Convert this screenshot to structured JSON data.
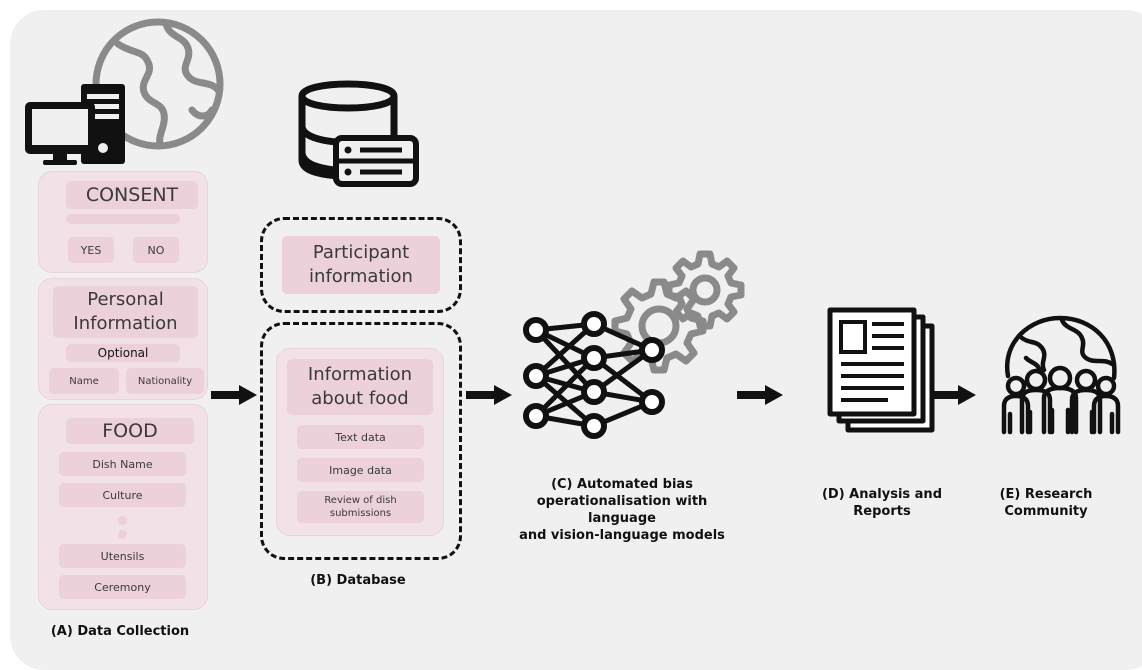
{
  "data_collection": {
    "consent": {
      "title": "CONSENT",
      "yes_label": "YES",
      "no_label": "NO"
    },
    "personal": {
      "title_line1": "Personal",
      "title_line2": "Information",
      "optional_label": "Optional",
      "name_label": "Name",
      "nationality_label": "Nationality"
    },
    "food": {
      "title": "FOOD",
      "fields": [
        "Dish Name",
        "Culture",
        "Utensils",
        "Ceremony"
      ]
    },
    "caption": "(A) Data Collection"
  },
  "database": {
    "participant_line1": "Participant",
    "participant_line2": "information",
    "food_info_line1": "Information",
    "food_info_line2": "about food",
    "items": [
      "Text data",
      "Image data"
    ],
    "review_line1": "Review of dish",
    "review_line2": "submissions",
    "caption": "(B) Database"
  },
  "automated": {
    "caption_line1": "(C) Automated bias",
    "caption_line2": "operationalisation with language",
    "caption_line3": "and vision-language models"
  },
  "analysis": {
    "caption": "(D) Analysis and Reports"
  },
  "community": {
    "caption_line1": "(E) Research",
    "caption_line2": "Community"
  },
  "icons": [
    "globe-icon",
    "computer-icon",
    "database-icon",
    "neural-network-icon",
    "gear-icon",
    "report-document-icon",
    "community-globe-icon",
    "arrow-right-icon"
  ],
  "colors": {
    "panel": "#f2e1e6",
    "pill": "#ecd0da",
    "background": "#f0f0f0",
    "ink": "#111111",
    "gear": "#8a8a8a"
  }
}
